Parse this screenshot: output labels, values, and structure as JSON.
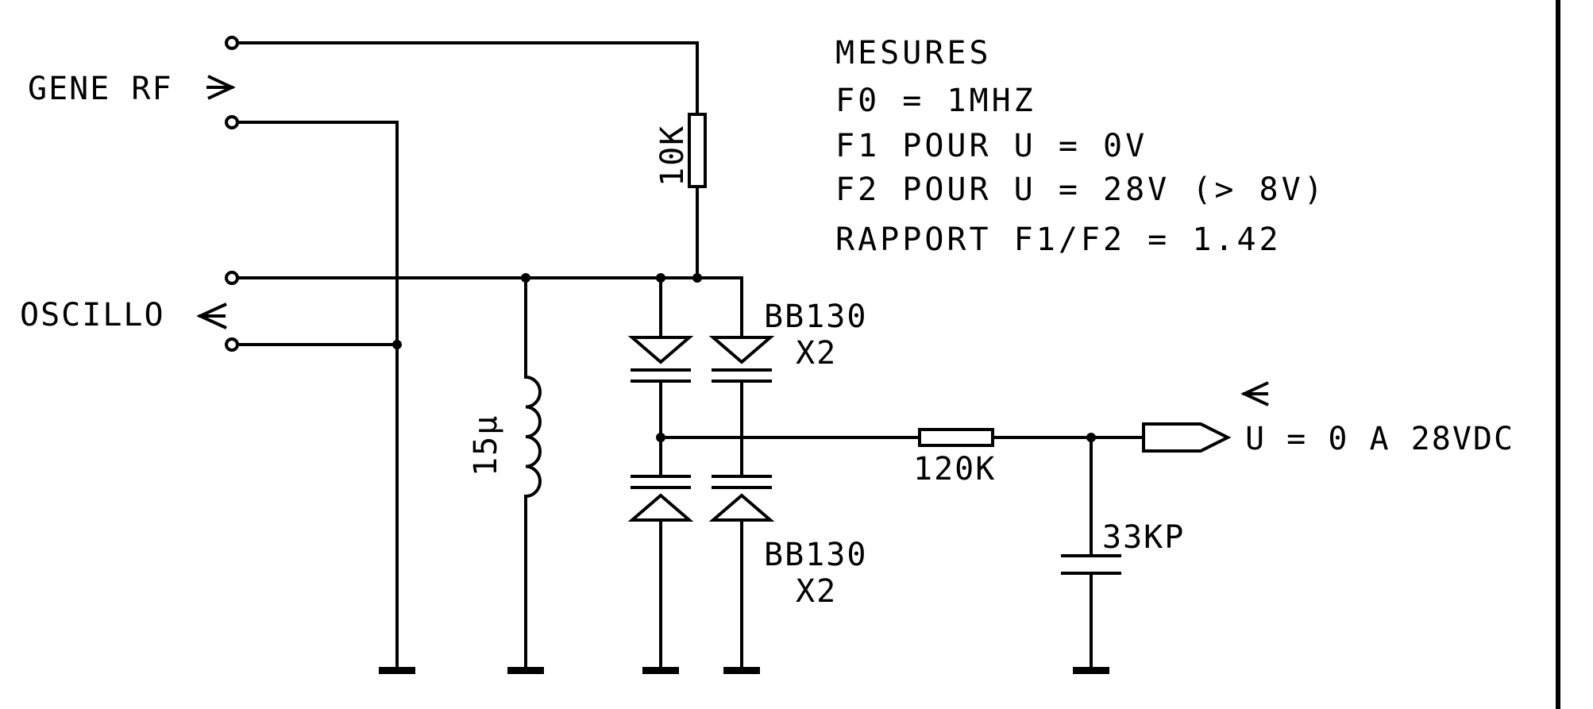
{
  "notes": {
    "title": "MESURES",
    "line1": "F0 = 1MHZ",
    "line2": "F1 POUR U = 0V",
    "line3": "F2 POUR U = 28V (> 8V)",
    "line4": "RAPPORT F1/F2 = 1.42"
  },
  "ports": {
    "gene_rf": "GENE RF",
    "oscillo": "OSCILLO",
    "control": "U = 0 A 28VDC"
  },
  "components": {
    "r1": "10K",
    "inductor": "15µ",
    "r2": "120K",
    "cap": "33KP",
    "diodes_top": "BB130",
    "diodes_top_qty": "X2",
    "diodes_bot": "BB130",
    "diodes_bot_qty": "X2"
  }
}
